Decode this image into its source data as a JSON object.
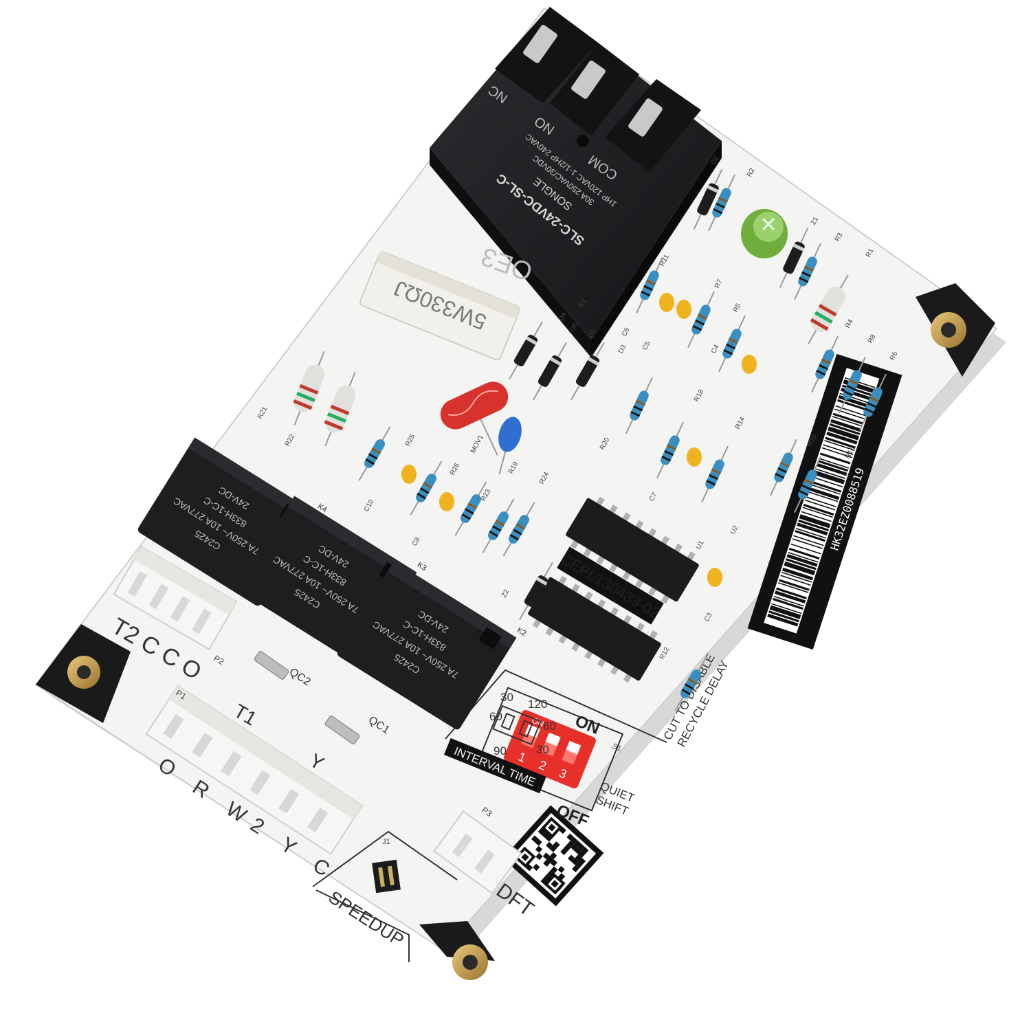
{
  "board": {
    "main_relay": {
      "terminals": [
        "NC",
        "NO",
        "COM"
      ],
      "brand": "SONGLE",
      "model": "SLC-24VDC-SL-C",
      "rating_1": "30A 250VAC/30VDC",
      "rating_2": "1HP 120VAC  1-1/2HP 240VAC"
    },
    "power_resistor": "5W330ΩJ",
    "ref_oe": "OE3",
    "small_relays": [
      {
        "ref": "K4",
        "model": "833H-1C-C",
        "rating": "24V-DC",
        "spec": "7A 250V~ 10A 277VAC",
        "code": "C2425"
      },
      {
        "ref": "K3",
        "model": "833H-1C-C",
        "rating": "24V-DC",
        "spec": "7A 250V~ 10A 277VAC",
        "code": "C2425"
      },
      {
        "ref": "K2",
        "model": "833H-1C-C",
        "rating": "24V-DC",
        "spec": "7A 250V~ 10A 277VAC",
        "code": "C2425"
      }
    ],
    "part_label": "CEPL130433-02",
    "barcode_text": "HK32EZ0088519",
    "connectors": {
      "p2_label": "T2 C C O",
      "p2_ref": "P2",
      "p1_label": "O R W2 Y C",
      "p1_ref": "P1",
      "t1": "T1",
      "y": "Y",
      "qc1": "QC1",
      "qc2": "QC2",
      "speedup": "SPEEDUP",
      "j1": "J1",
      "dft": "DFT",
      "p3": "P3"
    },
    "interval": {
      "values": [
        "30",
        "60",
        "90",
        "120",
        "60",
        "30"
      ],
      "label": "INTERVAL TIME"
    },
    "dip_switch": {
      "ref": "S1",
      "on": "ON",
      "off": "OFF",
      "positions": [
        "1",
        "2",
        "3"
      ],
      "quiet": "QUIET",
      "shift": "SHIFT",
      "color": "#e8302a"
    },
    "recycle_note": [
      "CUT TO DISABLE",
      "RECYCLE DELAY"
    ],
    "refs": [
      "D2",
      "R2",
      "Z1",
      "R3",
      "R1",
      "R11",
      "R7",
      "R5",
      "R4",
      "R8",
      "R6",
      "C6",
      "C5",
      "C4",
      "R18",
      "R14",
      "R20",
      "C7",
      "R10",
      "R13",
      "R21",
      "R22",
      "R25",
      "R26",
      "R19",
      "R23",
      "R24",
      "C10",
      "C8",
      "MOV1",
      "D4",
      "D5",
      "D1",
      "D3",
      "U1",
      "U2",
      "C3",
      "R12",
      "Z2",
      "K1"
    ]
  },
  "colors": {
    "pcb": "#f4f4f2",
    "relay": "#1d1e20",
    "resistor": "#3a8fc0",
    "cap_yellow": "#f0b21e",
    "mov_red": "#d8322e",
    "cap_blue": "#2f6fd0",
    "electrolytic": "#6fae3c"
  }
}
